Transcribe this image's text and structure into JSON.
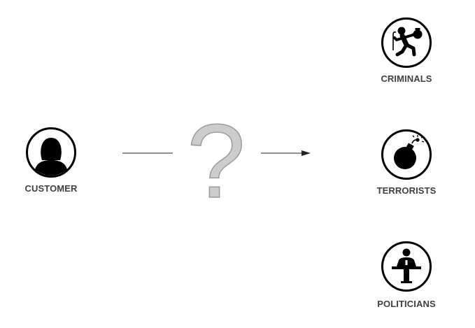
{
  "customer": {
    "label": "CUSTOMER",
    "icon": "woman-avatar-icon"
  },
  "middle": {
    "symbol": "?",
    "color": "#cccccc",
    "outline": "#9a9a9a"
  },
  "targets": [
    {
      "label": "CRIMINALS",
      "icon": "running-thief-icon"
    },
    {
      "label": "TERRORISTS",
      "icon": "bomb-icon"
    },
    {
      "label": "POLITICIANS",
      "icon": "speaker-at-podium-icon"
    }
  ]
}
